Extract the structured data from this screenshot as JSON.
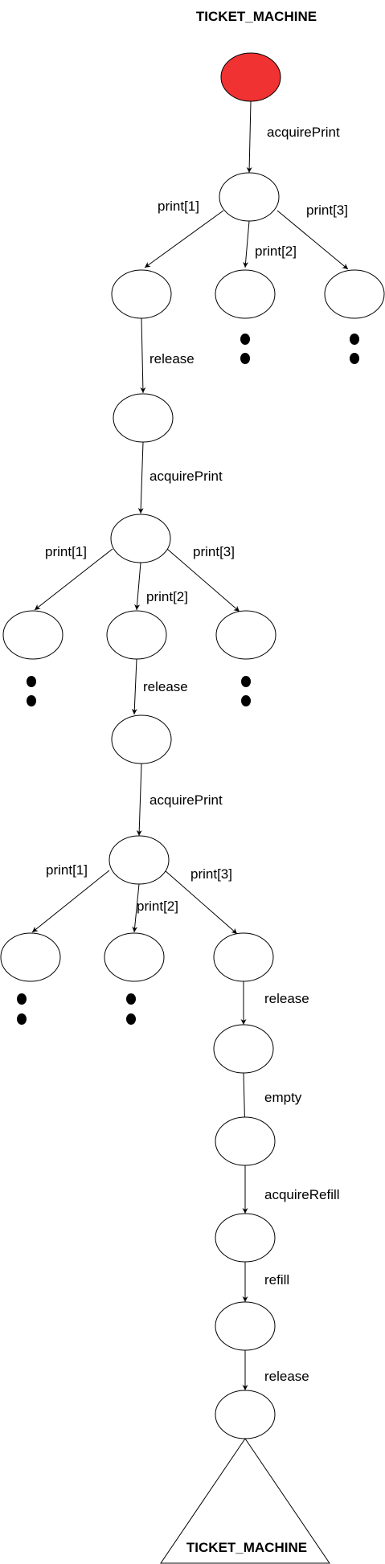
{
  "title": "TICKET_MACHINE",
  "terminal_label": "TICKET_MACHINE",
  "colors": {
    "start_state": "#f03232",
    "stroke": "#000000"
  },
  "transitions": {
    "acquire_print_1": "acquirePrint",
    "print1_a": "print[1]",
    "print2_a": "print[2]",
    "print3_a": "print[3]",
    "release_1": "release",
    "acquire_print_2": "acquirePrint",
    "print1_b": "print[1]",
    "print2_b": "print[2]",
    "print3_b": "print[3]",
    "release_2": "release",
    "acquire_print_3": "acquirePrint",
    "print1_c": "print[1]",
    "print2_c": "print[2]",
    "print3_c": "print[3]",
    "release_3": "release",
    "empty": "empty",
    "acquire_refill": "acquireRefill",
    "refill": "refill",
    "release_4": "release"
  }
}
